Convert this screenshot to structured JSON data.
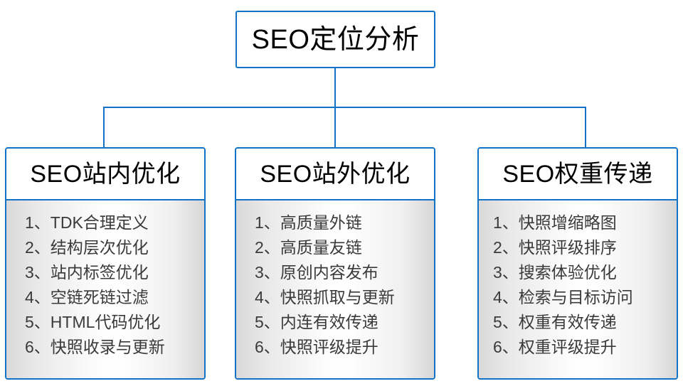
{
  "diagram": {
    "root": {
      "label": "SEO定位分析"
    },
    "connector_color": "#1273C6",
    "border_color": "#1273C6",
    "branches": [
      {
        "header": "SEO站内优化",
        "items": [
          "1、TDK合理定义",
          "2、结构层次优化",
          "3、站内标签优化",
          "4、空链死链过滤",
          "5、HTML代码优化",
          "6、快照收录与更新"
        ]
      },
      {
        "header": "SEO站外优化",
        "items": [
          "1、高质量外链",
          "2、高质量友链",
          "3、原创内容发布",
          "4、快照抓取与更新",
          "5、内连有效传递",
          "6、快照评级提升"
        ]
      },
      {
        "header": "SEO权重传递",
        "items": [
          "1、快照增缩略图",
          "2、快照评级排序",
          "3、搜索体验优化",
          "4、检索与目标访问",
          "5、权重有效传递",
          "6、权重评级提升"
        ]
      }
    ]
  }
}
